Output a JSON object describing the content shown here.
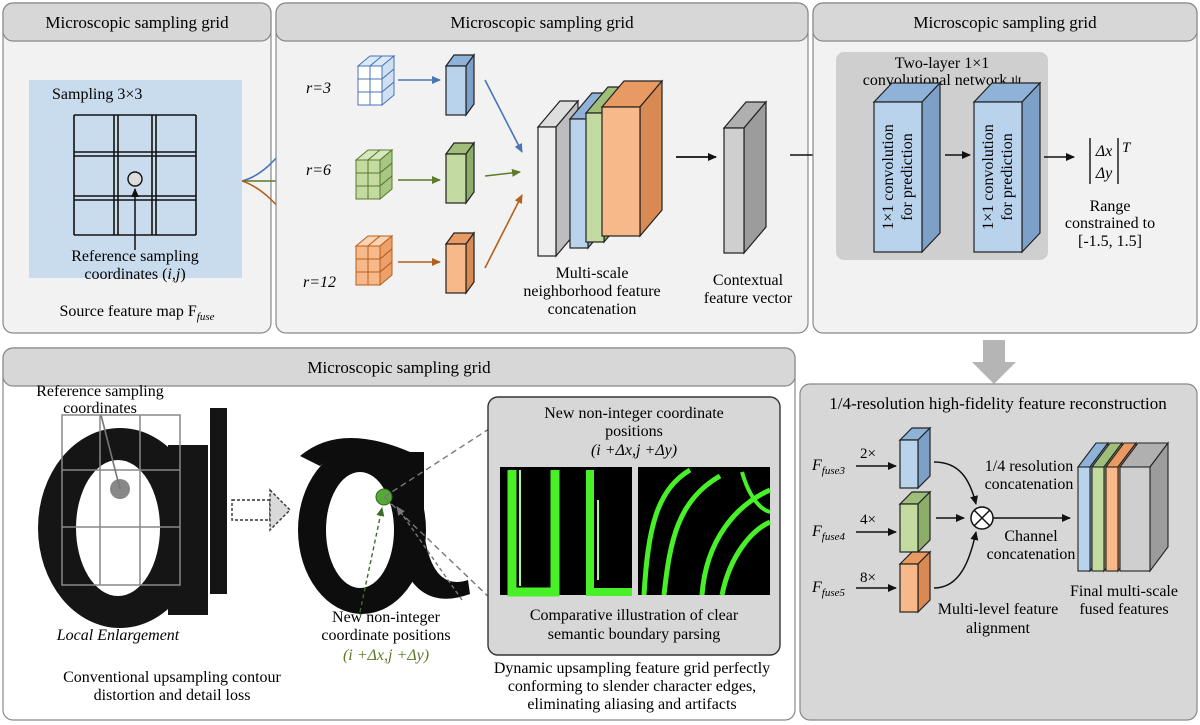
{
  "panel1": {
    "title": "Microscopic sampling grid",
    "sampling_label": "Sampling 3×3",
    "ref_line1": "Reference sampling",
    "ref_line2_pre": "coordinates (",
    "ref_line2_var": "i,j",
    "ref_line2_post": ")",
    "source_label": "Source feature map F",
    "source_sub": "fuse"
  },
  "panel2": {
    "title": "Microscopic sampling grid",
    "rates": [
      "r=3",
      "r=6",
      "r=12"
    ],
    "concat_lines": [
      "Multi-scale",
      "neighborhood feature",
      "concatenation"
    ],
    "context_lines": [
      "Contextual",
      "feature vector"
    ]
  },
  "panel3": {
    "title": "Microscopic sampling grid",
    "net_lines": [
      "Two-layer 1×1",
      "convolutional network ψ"
    ],
    "conv_lines": [
      "1×1 convolution",
      "for prediction"
    ],
    "delta_x": "Δx",
    "delta_y": "Δy",
    "sup_T": "T",
    "range_lines": [
      "Range",
      "constrained to",
      "[-1.5, 1.5]"
    ]
  },
  "panel4": {
    "title": "Microscopic sampling grid",
    "ref_lines": [
      "Reference sampling",
      "coordinates"
    ],
    "local_label": "Local Enlargement",
    "conv_lines": [
      "Conventional upsampling contour",
      "distortion and detail loss"
    ],
    "new_pos_lines": [
      "New non-integer",
      "coordinate positions"
    ],
    "new_pos_formula": "(i +Δx,j +Δy)",
    "inset_title_lines": [
      "New non-integer coordinate",
      "positions"
    ],
    "inset_formula": "(i +Δx,j +Δy)",
    "inset_caption_lines": [
      "Comparative illustration of clear",
      "semantic boundary parsing"
    ],
    "dynamic_lines": [
      "Dynamic upsampling feature grid perfectly",
      "conforming to slender character edges,",
      "eliminating aliasing and artifacts"
    ]
  },
  "panel5": {
    "title": "1/4-resolution high-fidelity feature reconstruction",
    "inputs": [
      {
        "label": "F",
        "sub": "fuse3",
        "scale": "2×"
      },
      {
        "label": "F",
        "sub": "fuse4",
        "scale": "4×"
      },
      {
        "label": "F",
        "sub": "fuse5",
        "scale": "8×"
      }
    ],
    "res_concat_lines": [
      "1/4 resolution",
      "concatenation"
    ],
    "channel_concat_lines": [
      "Channel",
      "concatenation"
    ],
    "align_lines": [
      "Multi-level feature",
      "alignment"
    ],
    "final_lines": [
      "Final multi-scale",
      "fused features"
    ]
  },
  "colors": {
    "blue": "#b9d3ec",
    "green": "#c3dba0",
    "orange": "#f7b98a",
    "gray": "#cfcfcf",
    "panel_bg": "#f2f2f2",
    "header_bg": "#d7d7d7",
    "sampling_bg": "#c9dcee"
  }
}
